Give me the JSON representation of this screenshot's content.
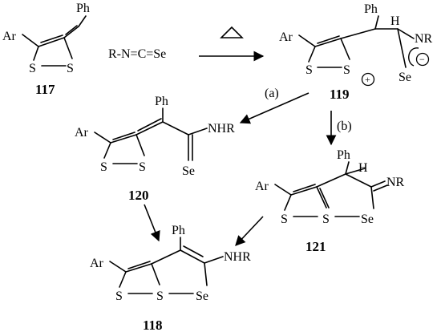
{
  "scheme": {
    "compounds": {
      "c117": {
        "number": "117",
        "ar": "Ar",
        "ph": "Ph",
        "s1": "S",
        "s2": "S"
      },
      "reagent": {
        "text": "R-N=C=Se"
      },
      "heat": {
        "symbol": "Δ"
      },
      "c119": {
        "number": "119",
        "ar": "Ar",
        "ph": "Ph",
        "h": "H",
        "s1": "S",
        "s2": "S",
        "nr": "NR",
        "se": "Se",
        "plus": "+",
        "minus": "−"
      },
      "c120": {
        "number": "120",
        "ar": "Ar",
        "ph": "Ph",
        "s1": "S",
        "s2": "S",
        "nhr": "NHR",
        "se": "Se"
      },
      "c121": {
        "number": "121",
        "ar": "Ar",
        "ph": "Ph",
        "h": "H",
        "s1": "S",
        "s2": "S",
        "nr": "NR",
        "se": "Se"
      },
      "c118": {
        "number": "118",
        "ar": "Ar",
        "ph": "Ph",
        "s1": "S",
        "s2": "S",
        "nhr": "NHR",
        "se": "Se"
      }
    },
    "paths": {
      "a": "(a)",
      "b": "(b)"
    }
  }
}
